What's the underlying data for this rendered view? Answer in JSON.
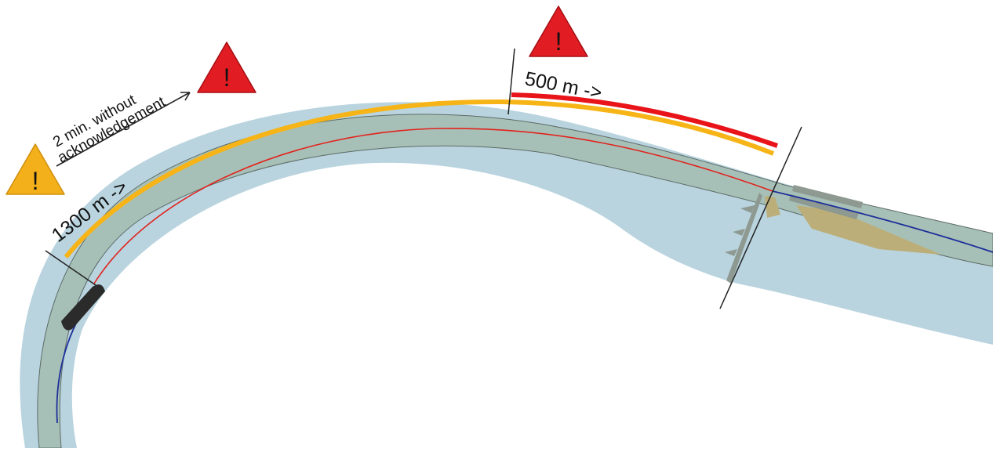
{
  "labels": {
    "distance_orange": "1300 m ->",
    "distance_red": "500 m ->",
    "ack_line1": "2 min. without",
    "ack_line2": "acknowledgement"
  },
  "warnings": [
    {
      "icon": "warning-triangle-icon",
      "level": "caution",
      "symbol": "!"
    },
    {
      "icon": "warning-triangle-icon",
      "level": "alarm",
      "symbol": "!"
    },
    {
      "icon": "warning-triangle-icon",
      "level": "alarm",
      "symbol": "!"
    }
  ],
  "colors": {
    "water": "#b9d4df",
    "channel": "#a7c0b7",
    "channel_edge": "#5c6a66",
    "route_red": "#e1231d",
    "route_blue": "#1d2f9a",
    "caution_band": "#f6b417",
    "alarm_band": "#e8141a",
    "caution_icon": "#f3b01b",
    "alarm_icon": "#e21c23",
    "structure": "#8d9991",
    "sand": "#bcae78",
    "vessel": "#2b2b2b"
  }
}
